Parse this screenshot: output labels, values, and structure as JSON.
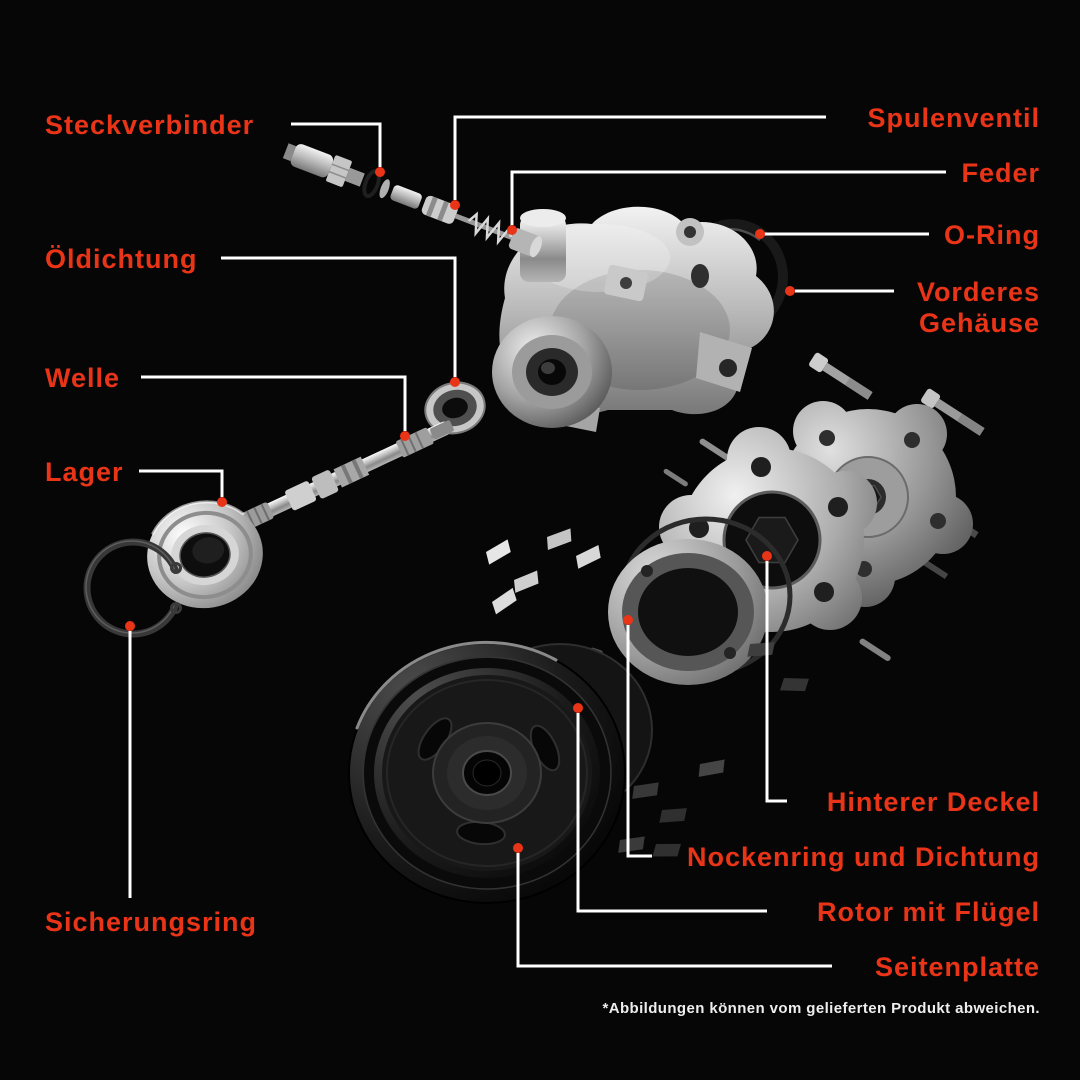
{
  "colors": {
    "background": "#060606",
    "accent": "#e93418",
    "leader": "#ffffff"
  },
  "labels": {
    "steckverbinder": "Steckverbinder",
    "oeldichtung": "Öldichtung",
    "welle": "Welle",
    "lager": "Lager",
    "sicherungsring": "Sicherungsring",
    "spulenventil": "Spulenventil",
    "feder": "Feder",
    "o_ring": "O-Ring",
    "vorderes_gehaeuse": "Vorderes Gehäuse",
    "hinterer_deckel": "Hinterer Deckel",
    "nockenring_und_dichtung": "Nockenring und Dichtung",
    "rotor_mit_fluegel": "Rotor mit Flügel",
    "seitenplatte": "Seitenplatte"
  },
  "footnote": "*Abbildungen können vom gelieferten Produkt abweichen."
}
